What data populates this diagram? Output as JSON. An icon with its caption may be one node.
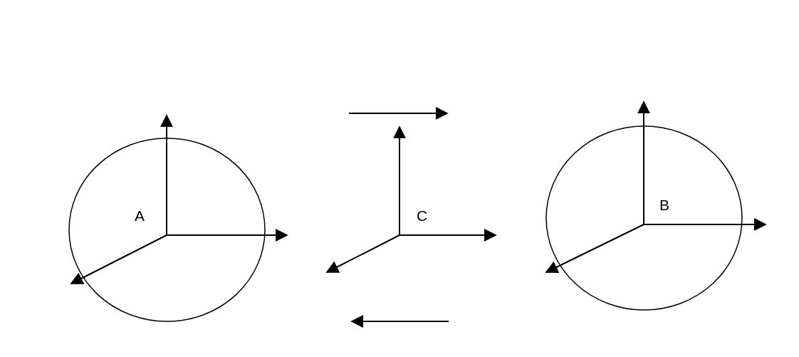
{
  "diagram": {
    "nodes": [
      {
        "text": [
          "A"
        ]
      },
      {
        "text": [
          "B"
        ]
      }
    ],
    "labels": [
      "C"
    ]
  }
}
